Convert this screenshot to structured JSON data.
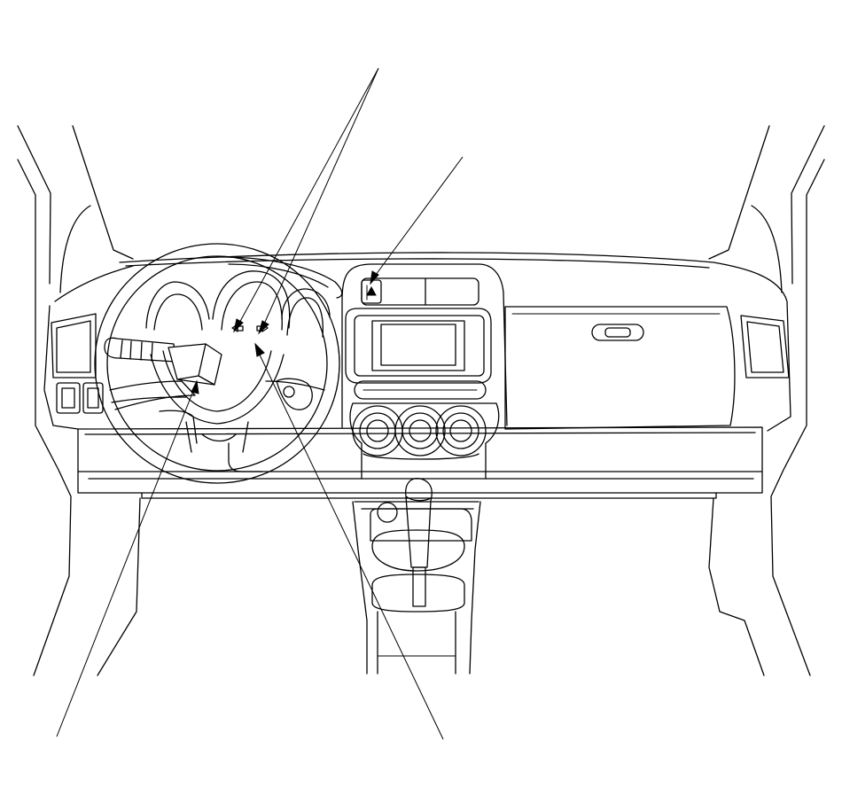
{
  "colors": {
    "line": "#000000",
    "background": "#ffffff"
  },
  "callouts": [
    {
      "name": "turn-signal-indicators-leader"
    },
    {
      "name": "hazard-switch-leader"
    },
    {
      "name": "turn-signal-switch-leader"
    },
    {
      "name": "dash-lower-leader"
    }
  ]
}
